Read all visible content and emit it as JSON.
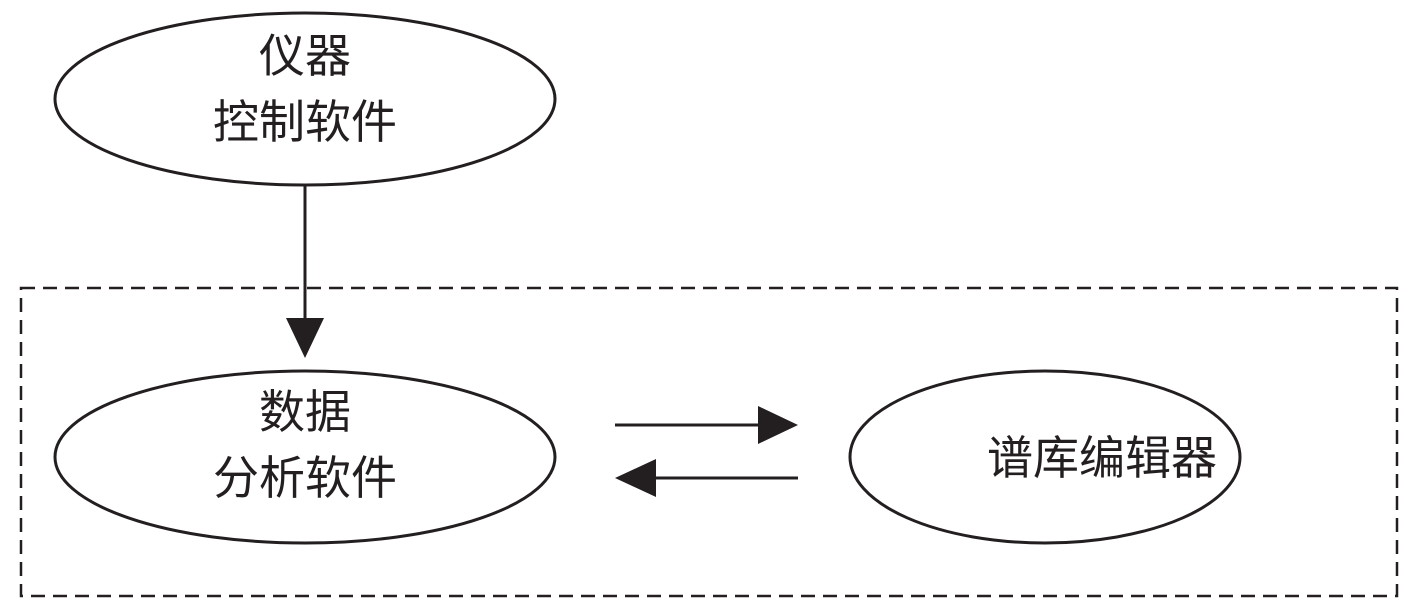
{
  "diagram": {
    "nodes": {
      "instrument": {
        "lines": [
          "仪器",
          "控制软件"
        ]
      },
      "analysis": {
        "lines": [
          "数据",
          "分析软件"
        ]
      },
      "library": {
        "lines": [
          "谱库编辑器"
        ]
      }
    },
    "edges": [
      {
        "from": "instrument",
        "to": "analysis"
      },
      {
        "from": "analysis",
        "to": "library"
      },
      {
        "from": "library",
        "to": "analysis"
      }
    ],
    "colors": {
      "stroke": "#231f20",
      "background": "#ffffff"
    }
  }
}
